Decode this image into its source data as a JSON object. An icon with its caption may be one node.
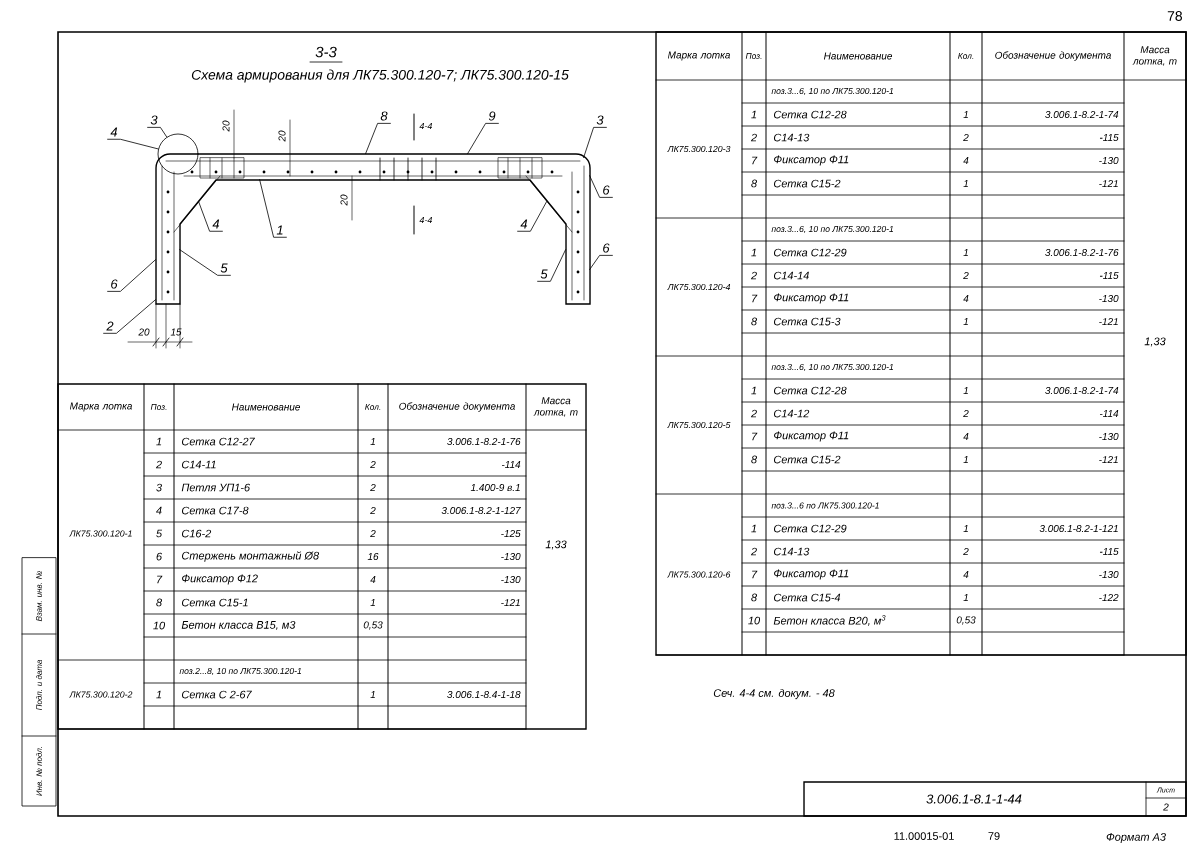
{
  "diagram": {
    "title": "Схема армирования для ЛК75.300.120-7; ЛК75.300.120-15",
    "nodes": [
      {
        "text": [
          "4"
        ]
      },
      {
        "text": [
          "3"
        ]
      },
      {
        "text": [
          "8"
        ]
      },
      {
        "text": [
          "9"
        ]
      },
      {
        "text": [
          "3"
        ]
      },
      {
        "text": [
          "4"
        ]
      },
      {
        "text": [
          "1"
        ]
      },
      {
        "text": [
          "5"
        ]
      },
      {
        "text": [
          "6"
        ]
      },
      {
        "text": [
          "2"
        ]
      },
      {
        "text": [
          "4"
        ]
      },
      {
        "text": [
          "5"
        ]
      },
      {
        "text": [
          "6"
        ]
      },
      {
        "text": [
          "6"
        ]
      },
      {
        "text": [],
        "shape": "circle"
      },
      {
        "text": [],
        "shape": "picture"
      }
    ],
    "edges": [
      {
        "from": 0,
        "to": 14,
        "arrow": "none"
      },
      {
        "from": 1,
        "to": 14,
        "arrow": "none"
      },
      {
        "from": 2,
        "to": 15,
        "arrow": "none"
      },
      {
        "from": 3,
        "to": 15,
        "arrow": "none"
      },
      {
        "from": 4,
        "to": 15,
        "arrow": "none"
      },
      {
        "from": 5,
        "to": 15,
        "arrow": "none"
      },
      {
        "from": 6,
        "to": 15,
        "arrow": "none"
      },
      {
        "from": 7,
        "to": 15,
        "arrow": "none"
      },
      {
        "from": 8,
        "to": 15,
        "arrow": "none"
      },
      {
        "from": 9,
        "to": 15,
        "arrow": "none"
      },
      {
        "from": 10,
        "to": 15,
        "arrow": "none"
      },
      {
        "from": 11,
        "to": 15,
        "arrow": "none"
      },
      {
        "from": 12,
        "to": 15,
        "arrow": "none"
      },
      {
        "from": 13,
        "to": 15,
        "arrow": "none"
      }
    ],
    "labels": [
      "78",
      "3-3",
      "20",
      "20",
      "20",
      "20",
      "15",
      "4-4",
      "4-4",
      "Марка лотка",
      "Поз.",
      "Наименование",
      "Кол.",
      "Обозначение документа",
      "Масса лотка, т",
      "ЛК75.300.120-1",
      "1",
      "Сетка С12-27",
      "1",
      "3.006.1-8.2-1-76",
      "2",
      "С14-11",
      "2",
      "-114",
      "3",
      "Петля УП1-6",
      "2",
      "1.400-9 в.1",
      "4",
      "Сетка С17-8",
      "2",
      "3.006.1-8.2-1-127",
      "5",
      "С16-2",
      "2",
      "-125",
      "6",
      "Стержень монтажный Ø8",
      "16",
      "-130",
      "7",
      "Фиксатор Ф12",
      "4",
      "-130",
      "8",
      "Сетка С15-1",
      "1",
      "-121",
      "10",
      "Бетон класса В15, м3",
      "0,53",
      "1,33",
      "ЛК75.300.120-2",
      "поз.2...8, 10 по ЛК75.300.120-1",
      "1",
      "Сетка С 2-67",
      "1",
      "3.006.1-8.4-1-18",
      "Марка лотка",
      "Поз.",
      "Наименование",
      "Кол.",
      "Обозначение документа",
      "Масса лотка, т",
      "ЛК75.300.120-3",
      "поз.3...6, 10 по ЛК75.300.120-1",
      "1",
      "Сетка С12-28",
      "1",
      "3.006.1-8.2-1-74",
      "2",
      "С14-13",
      "2",
      "-115",
      "7",
      "Фиксатор Ф11",
      "4",
      "-130",
      "8",
      "Сетка С15-2",
      "1",
      "-121",
      "ЛК75.300.120-4",
      "поз.3...6, 10 по ЛК75.300.120-1",
      "1",
      "Сетка С12-29",
      "1",
      "3.006.1-8.2-1-76",
      "2",
      "С14-14",
      "2",
      "-115",
      "7",
      "Фиксатор Ф11",
      "4",
      "-130",
      "8",
      "Сетка С15-3",
      "1",
      "-121",
      "1,33",
      "ЛК75.300.120-5",
      "поз.3...6, 10 по ЛК75.300.120-1",
      "1",
      "Сетка С12-28",
      "1",
      "3.006.1-8.2-1-74",
      "2",
      "С14-12",
      "2",
      "-114",
      "7",
      "Фиксатор Ф11",
      "4",
      "-130",
      "8",
      "Сетка С15-2",
      "1",
      "-121",
      "ЛК75.300.120-6",
      "поз.3...6 по ЛК75.300.120-1",
      "1",
      "Сетка С12-29",
      "1",
      "3.006.1-8.2-1-121",
      "2",
      "С14-13",
      "2",
      "-115",
      "7",
      "Фиксатор Ф11",
      "4",
      "-130",
      "8",
      "Сетка С15-4",
      "1",
      "-122",
      "10",
      "Бетон класса В20, м$^{3}$",
      "0,53",
      "Сеч. 4-4 см. докум. - 48",
      "3.006.1-8.1-1-44",
      "Лист",
      "2",
      "11.00015-01",
      "79",
      "Формат А3",
      "Взам. инв. №",
      "Подп. и дата",
      "Инв. № подл."
    ]
  }
}
